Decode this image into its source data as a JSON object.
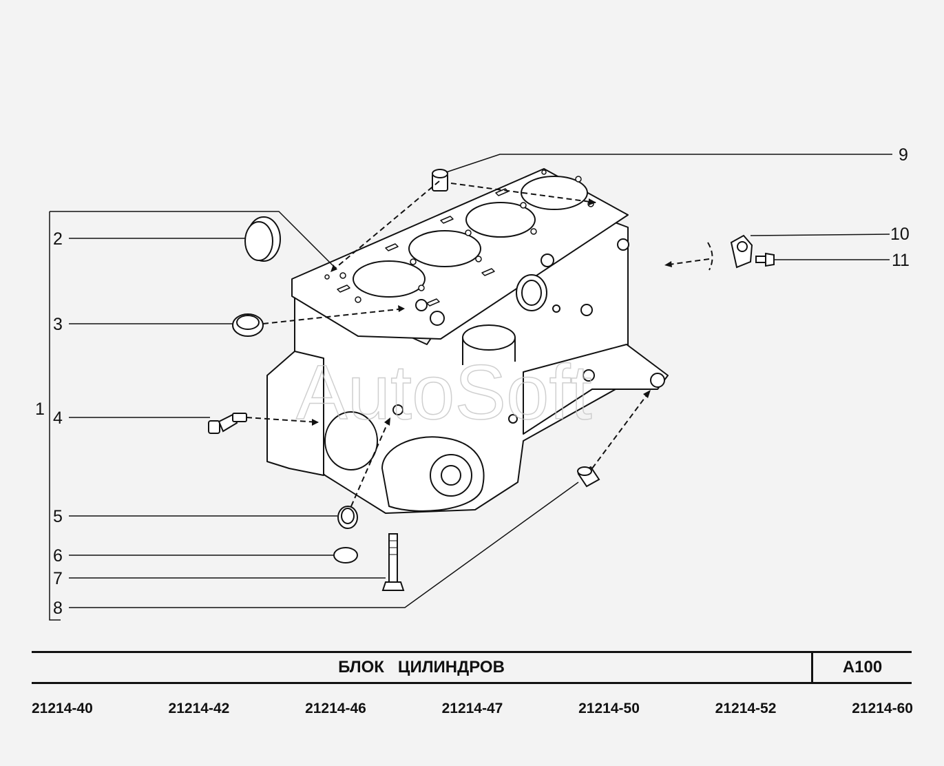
{
  "callouts": {
    "c1": "1",
    "c2": "2",
    "c3": "3",
    "c4": "4",
    "c5": "5",
    "c6": "6",
    "c7": "7",
    "c8": "8",
    "c9": "9",
    "c10": "10",
    "c11": "11"
  },
  "watermark": "AutoSoft",
  "title": "БЛОК   ЦИЛИНДРОВ",
  "code": "A100",
  "models": [
    "21214-40",
    "21214-42",
    "21214-46",
    "21214-47",
    "21214-50",
    "21214-52",
    "21214-60"
  ]
}
